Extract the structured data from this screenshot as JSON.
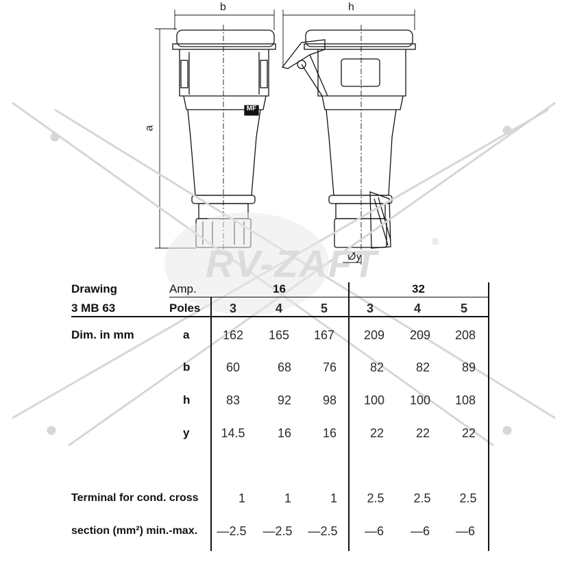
{
  "drawing": {
    "dim_labels": {
      "b": "b",
      "h": "h",
      "a": "a",
      "y": "Øy"
    },
    "logo_text": "MF"
  },
  "watermark": {
    "text": "RV-ZAFT",
    "registered": "®"
  },
  "table": {
    "drawing_label": "Drawing",
    "drawing_code": "3 MB 63",
    "amp_label": "Amp.",
    "poles_label": "Poles",
    "amp_groups": [
      "16",
      "32"
    ],
    "poles": [
      "3",
      "4",
      "5",
      "3",
      "4",
      "5"
    ],
    "dim_label": "Dim. in mm",
    "rows": [
      {
        "key": "a",
        "values": [
          "162",
          "165",
          "167",
          "209",
          "209",
          "208"
        ]
      },
      {
        "key": "b",
        "values": [
          "60",
          "68",
          "76",
          "82",
          "82",
          "89"
        ]
      },
      {
        "key": "h",
        "values": [
          "83",
          "92",
          "98",
          "100",
          "100",
          "108"
        ]
      },
      {
        "key": "y",
        "values": [
          "14.5",
          "16",
          "16",
          "22",
          "22",
          "22"
        ]
      }
    ],
    "terminal_label_1": "Terminal for cond. cross",
    "terminal_label_2": "section (mm²) min.-max.",
    "terminal_min": [
      "1",
      "1",
      "1",
      "2.5",
      "2.5",
      "2.5"
    ],
    "terminal_max": [
      "—2.5",
      "—2.5",
      "—2.5",
      "—6",
      "—6",
      "—6"
    ]
  }
}
